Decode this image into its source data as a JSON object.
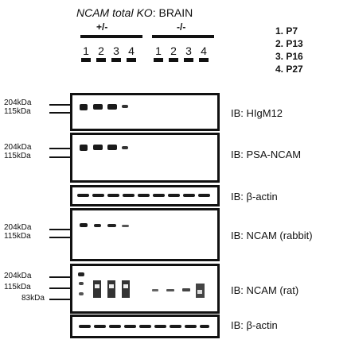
{
  "header": {
    "title_italic": "NCAM total KO",
    "title_rest": ": BRAIN",
    "groups": [
      {
        "label": "+/-"
      },
      {
        "label": "-/-"
      }
    ],
    "lanes": [
      "1",
      "2",
      "3",
      "4",
      "1",
      "2",
      "3",
      "4"
    ]
  },
  "legend": [
    "1. P7",
    "2. P13",
    "3. P16",
    "4. P27"
  ],
  "panels": [
    {
      "ib": "IB: HIgM12",
      "markers": [
        "204kDa",
        "115kDa"
      ]
    },
    {
      "ib": "IB: PSA-NCAM",
      "markers": [
        "204kDa",
        "115kDa"
      ]
    },
    {
      "ib": "IB: β-actin",
      "markers": []
    },
    {
      "ib": "IB: NCAM (rabbit)",
      "markers": [
        "204kDa",
        "115kDa"
      ]
    },
    {
      "ib": "IB: NCAM (rat)",
      "markers": [
        "204kDa",
        "115kDa",
        "83kDa"
      ]
    },
    {
      "ib": "IB: β-actin",
      "markers": []
    }
  ]
}
